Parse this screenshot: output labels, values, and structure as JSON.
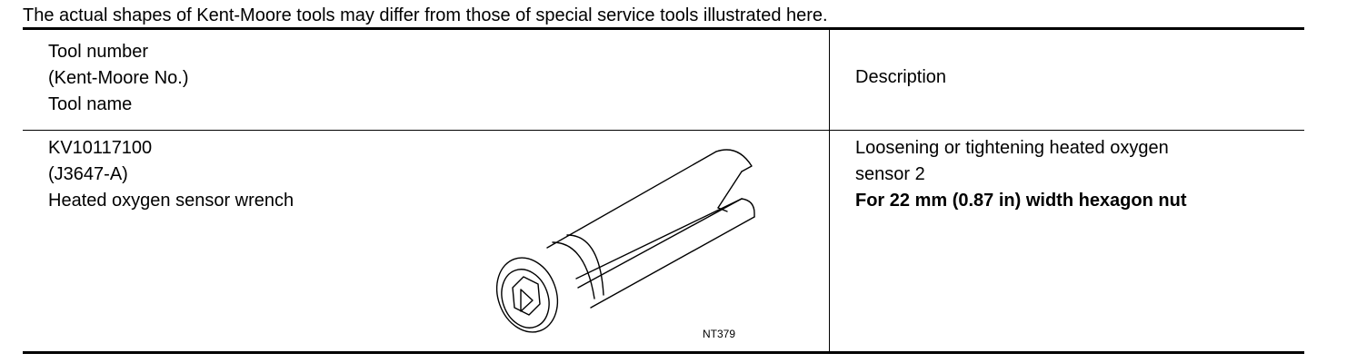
{
  "note": "The actual shapes of Kent-Moore tools may differ from those of special service tools illustrated here.",
  "header": {
    "col1": [
      "Tool number",
      "(Kent-Moore No.)",
      "Tool name"
    ],
    "col2": "Description"
  },
  "row": {
    "tool_number": "KV10117100",
    "kent_moore_no": "(J3647-A)",
    "tool_name": "Heated oxygen sensor wrench",
    "description_line1": "Loosening or tightening heated oxygen",
    "description_line2": "sensor 2",
    "description_bold": "For 22 mm (0.87 in) width hexagon nut",
    "figure_code": "NT379"
  }
}
